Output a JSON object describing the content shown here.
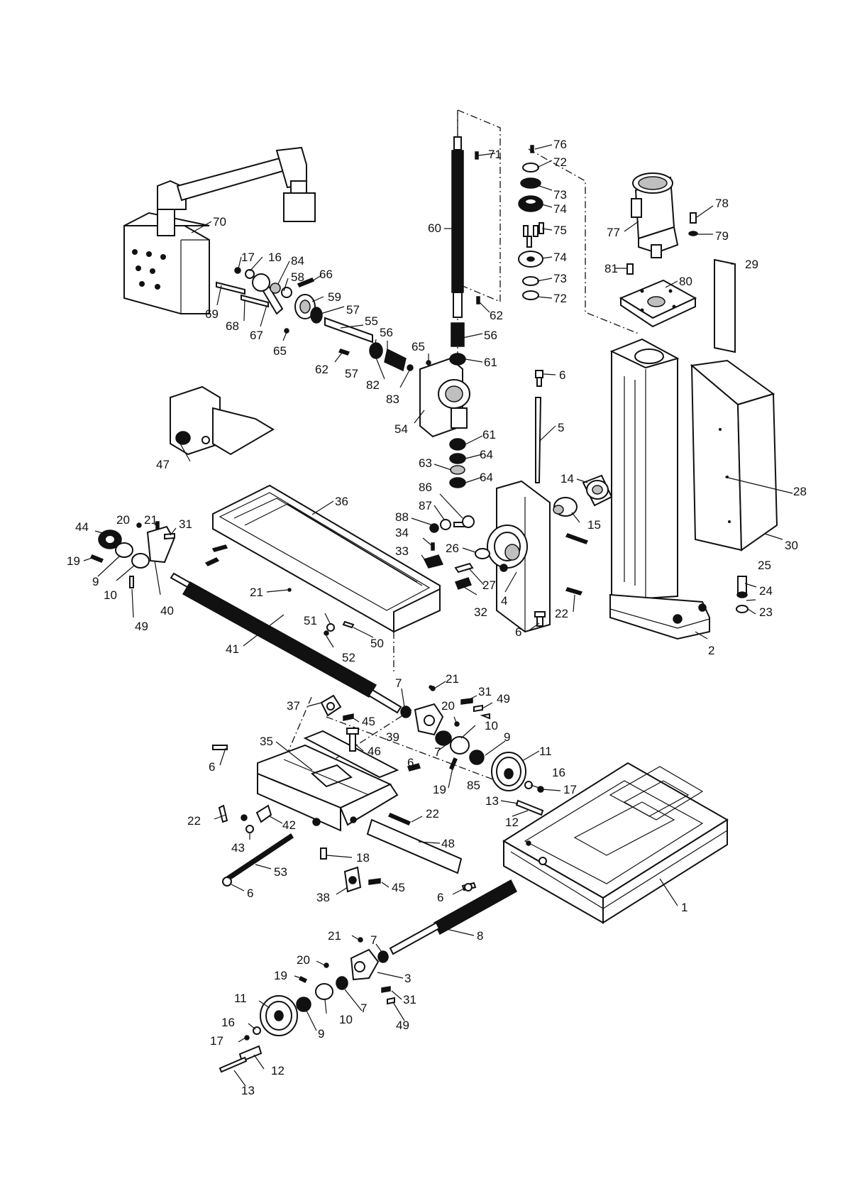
{
  "callouts": [
    {
      "id": "c70",
      "text": "70"
    },
    {
      "id": "c17a",
      "text": "17"
    },
    {
      "id": "c16a",
      "text": "16"
    },
    {
      "id": "c84",
      "text": "84"
    },
    {
      "id": "c58",
      "text": "58"
    },
    {
      "id": "c66",
      "text": "66"
    },
    {
      "id": "c59",
      "text": "59"
    },
    {
      "id": "c57a",
      "text": "57"
    },
    {
      "id": "c69",
      "text": "69"
    },
    {
      "id": "c68",
      "text": "68"
    },
    {
      "id": "c67",
      "text": "67"
    },
    {
      "id": "c65a",
      "text": "65"
    },
    {
      "id": "c55",
      "text": "55"
    },
    {
      "id": "c56a",
      "text": "56"
    },
    {
      "id": "c65b",
      "text": "65"
    },
    {
      "id": "c62a",
      "text": "62"
    },
    {
      "id": "c57b",
      "text": "57"
    },
    {
      "id": "c82",
      "text": "82"
    },
    {
      "id": "c83",
      "text": "83"
    },
    {
      "id": "c54",
      "text": "54"
    },
    {
      "id": "c60",
      "text": "60"
    },
    {
      "id": "c71",
      "text": "71"
    },
    {
      "id": "c76",
      "text": "76"
    },
    {
      "id": "c72a",
      "text": "72"
    },
    {
      "id": "c73a",
      "text": "73"
    },
    {
      "id": "c74a",
      "text": "74"
    },
    {
      "id": "c75",
      "text": "75"
    },
    {
      "id": "c74b",
      "text": "74"
    },
    {
      "id": "c73b",
      "text": "73"
    },
    {
      "id": "c72b",
      "text": "72"
    },
    {
      "id": "c62b",
      "text": "62"
    },
    {
      "id": "c56b",
      "text": "56"
    },
    {
      "id": "c61a",
      "text": "61"
    },
    {
      "id": "c61b",
      "text": "61"
    },
    {
      "id": "c64a",
      "text": "64"
    },
    {
      "id": "c63",
      "text": "63"
    },
    {
      "id": "c64b",
      "text": "64"
    },
    {
      "id": "c78",
      "text": "78"
    },
    {
      "id": "c77",
      "text": "77"
    },
    {
      "id": "c79",
      "text": "79"
    },
    {
      "id": "c81",
      "text": "81"
    },
    {
      "id": "c80",
      "text": "80"
    },
    {
      "id": "c29",
      "text": "29"
    },
    {
      "id": "c6a",
      "text": "6"
    },
    {
      "id": "c5",
      "text": "5"
    },
    {
      "id": "c28",
      "text": "28"
    },
    {
      "id": "c14",
      "text": "14"
    },
    {
      "id": "c15",
      "text": "15"
    },
    {
      "id": "c30",
      "text": "30"
    },
    {
      "id": "c47",
      "text": "47"
    },
    {
      "id": "c36",
      "text": "36"
    },
    {
      "id": "c86",
      "text": "86"
    },
    {
      "id": "c87",
      "text": "87"
    },
    {
      "id": "c88",
      "text": "88"
    },
    {
      "id": "c34",
      "text": "34"
    },
    {
      "id": "c33",
      "text": "33"
    },
    {
      "id": "c26",
      "text": "26"
    },
    {
      "id": "c27",
      "text": "27"
    },
    {
      "id": "c32",
      "text": "32"
    },
    {
      "id": "c4",
      "text": "4"
    },
    {
      "id": "c22a",
      "text": "22"
    },
    {
      "id": "c6b",
      "text": "6"
    },
    {
      "id": "c25",
      "text": "25"
    },
    {
      "id": "c24",
      "text": "24"
    },
    {
      "id": "c23",
      "text": "23"
    },
    {
      "id": "c2",
      "text": "2"
    },
    {
      "id": "c44",
      "text": "44"
    },
    {
      "id": "c20a",
      "text": "20"
    },
    {
      "id": "c21a",
      "text": "21"
    },
    {
      "id": "c31a",
      "text": "31"
    },
    {
      "id": "c19a",
      "text": "19"
    },
    {
      "id": "c9a",
      "text": "9"
    },
    {
      "id": "c10a",
      "text": "10"
    },
    {
      "id": "c40",
      "text": "40"
    },
    {
      "id": "c49a",
      "text": "49"
    },
    {
      "id": "c21b",
      "text": "21"
    },
    {
      "id": "c51",
      "text": "51"
    },
    {
      "id": "c52",
      "text": "52"
    },
    {
      "id": "c50",
      "text": "50"
    },
    {
      "id": "c41",
      "text": "41"
    },
    {
      "id": "c7a",
      "text": "7"
    },
    {
      "id": "c21c",
      "text": "21"
    },
    {
      "id": "c31b",
      "text": "31"
    },
    {
      "id": "c49b",
      "text": "49"
    },
    {
      "id": "c20b",
      "text": "20"
    },
    {
      "id": "c37",
      "text": "37"
    },
    {
      "id": "c45a",
      "text": "45"
    },
    {
      "id": "c39",
      "text": "39"
    },
    {
      "id": "c10b",
      "text": "10"
    },
    {
      "id": "c9b",
      "text": "9"
    },
    {
      "id": "c11a",
      "text": "11"
    },
    {
      "id": "c46",
      "text": "46"
    },
    {
      "id": "c7b",
      "text": "7"
    },
    {
      "id": "c35",
      "text": "35"
    },
    {
      "id": "c6c",
      "text": "6"
    },
    {
      "id": "c6d",
      "text": "6"
    },
    {
      "id": "c19b",
      "text": "19"
    },
    {
      "id": "c85",
      "text": "85"
    },
    {
      "id": "c16b",
      "text": "16"
    },
    {
      "id": "c17b",
      "text": "17"
    },
    {
      "id": "c13a",
      "text": "13"
    },
    {
      "id": "c12a",
      "text": "12"
    },
    {
      "id": "c22b",
      "text": "22"
    },
    {
      "id": "c42",
      "text": "42"
    },
    {
      "id": "c22c",
      "text": "22"
    },
    {
      "id": "c43",
      "text": "43"
    },
    {
      "id": "c48",
      "text": "48"
    },
    {
      "id": "c18",
      "text": "18"
    },
    {
      "id": "c53",
      "text": "53"
    },
    {
      "id": "c6e",
      "text": "6"
    },
    {
      "id": "c38",
      "text": "38"
    },
    {
      "id": "c45b",
      "text": "45"
    },
    {
      "id": "c6f",
      "text": "6"
    },
    {
      "id": "c1",
      "text": "1"
    },
    {
      "id": "c21d",
      "text": "21"
    },
    {
      "id": "c7c",
      "text": "7"
    },
    {
      "id": "c8",
      "text": "8"
    },
    {
      "id": "c20c",
      "text": "20"
    },
    {
      "id": "c19c",
      "text": "19"
    },
    {
      "id": "c3",
      "text": "3"
    },
    {
      "id": "c11b",
      "text": "11"
    },
    {
      "id": "c31c",
      "text": "31"
    },
    {
      "id": "c7d",
      "text": "7"
    },
    {
      "id": "c16c",
      "text": "16"
    },
    {
      "id": "c10c",
      "text": "10"
    },
    {
      "id": "c49c",
      "text": "49"
    },
    {
      "id": "c9c",
      "text": "9"
    },
    {
      "id": "c17c",
      "text": "17"
    },
    {
      "id": "c12b",
      "text": "12"
    },
    {
      "id": "c13b",
      "text": "13"
    }
  ]
}
